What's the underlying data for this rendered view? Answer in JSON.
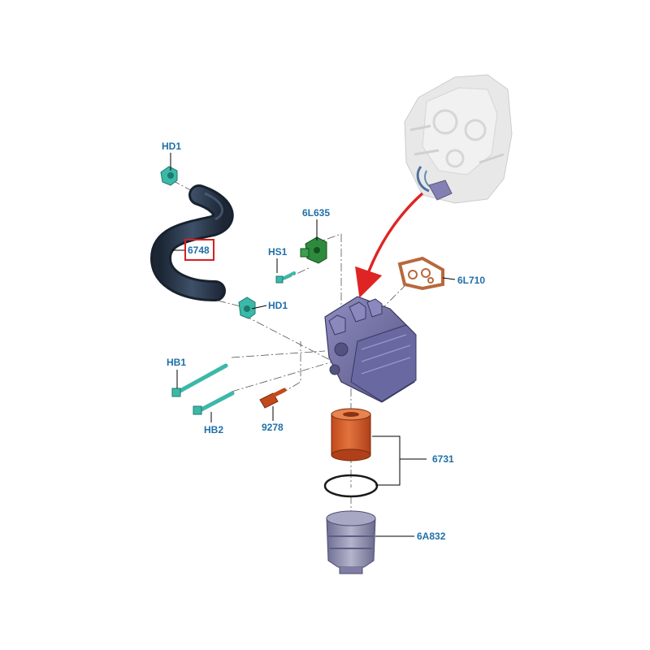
{
  "labels": {
    "hd1_top": "HD1",
    "hose": "6748",
    "l6l635": "6L635",
    "hs1": "HS1",
    "hd1_bottom": "HD1",
    "l6l710": "6L710",
    "hb1": "HB1",
    "hb2": "HB2",
    "l9278": "9278",
    "l6731": "6731",
    "l6a832": "6A832"
  },
  "colors": {
    "label": "#1f6fa8",
    "highlight_box": "#d42020",
    "arrow": "#e02424",
    "hose": "#2a3a4e",
    "clip": "#3cb8a8",
    "sensor": "#2e8b3e",
    "filter": "#d4582a",
    "gasket": "#b8683c",
    "housing": "#7a78b0",
    "cap": "#9a9ab8",
    "engine": "#d8d8d8"
  }
}
